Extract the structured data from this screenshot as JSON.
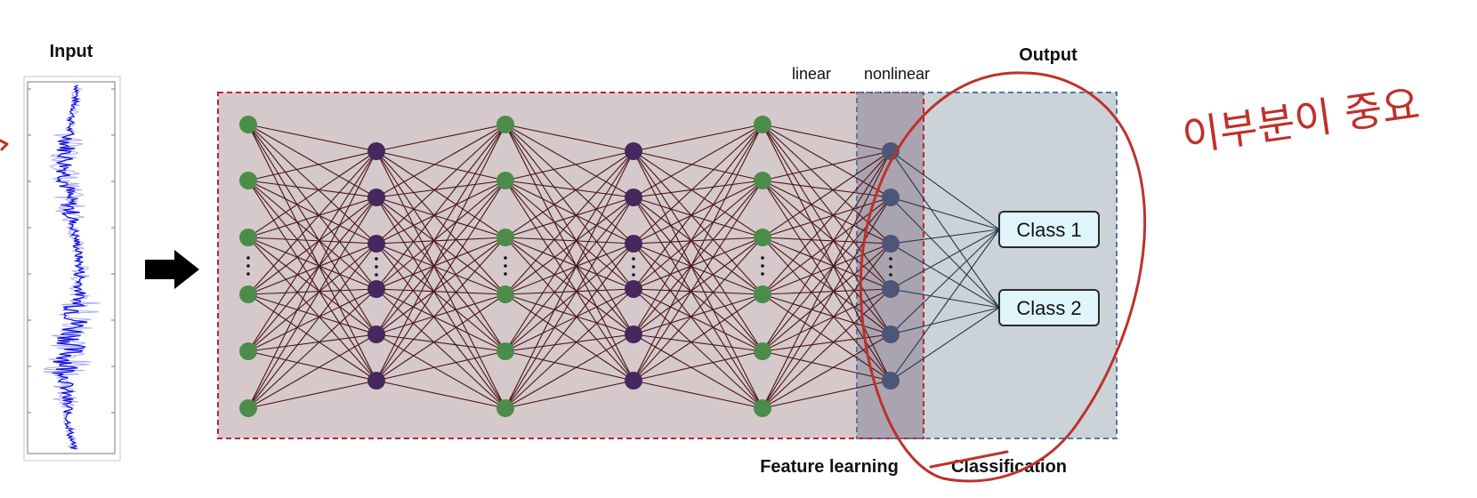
{
  "labels": {
    "input": "Input",
    "output": "Output",
    "linear": "linear",
    "nonlinear": "nonlinear",
    "feature_learning": "Feature learning",
    "classification": "Classification"
  },
  "classes": [
    "Class 1",
    "Class 2"
  ],
  "handwritten_note": "이부분이 중요",
  "network": {
    "layers": [
      {
        "kind": "green",
        "visible_nodes": 6
      },
      {
        "kind": "purple",
        "visible_nodes": 6
      },
      {
        "kind": "green",
        "visible_nodes": 6
      },
      {
        "kind": "purple",
        "visible_nodes": 6
      },
      {
        "kind": "green",
        "visible_nodes": 6
      },
      {
        "kind": "slate",
        "visible_nodes": 6
      }
    ]
  },
  "colors": {
    "green_node": "#4c8c4a",
    "purple_node": "#45285e",
    "slate_node": "#4d5578",
    "edge_dark": "#4a1414",
    "edge_blue": "#1f3a4f",
    "feature_fill": "#d5c9cb",
    "classification_fill": "#cbd3d8",
    "overlap_fill": "#aaa4b0",
    "red_dash": "#c0232b",
    "blue_dash": "#5876a8",
    "class_box_fill": "#dff4fb",
    "waveform": "#1010e0",
    "annotation": "#c0302a",
    "arrow": "#000000"
  },
  "icons": [
    "right-arrow-icon",
    "ellipsis-icon"
  ]
}
